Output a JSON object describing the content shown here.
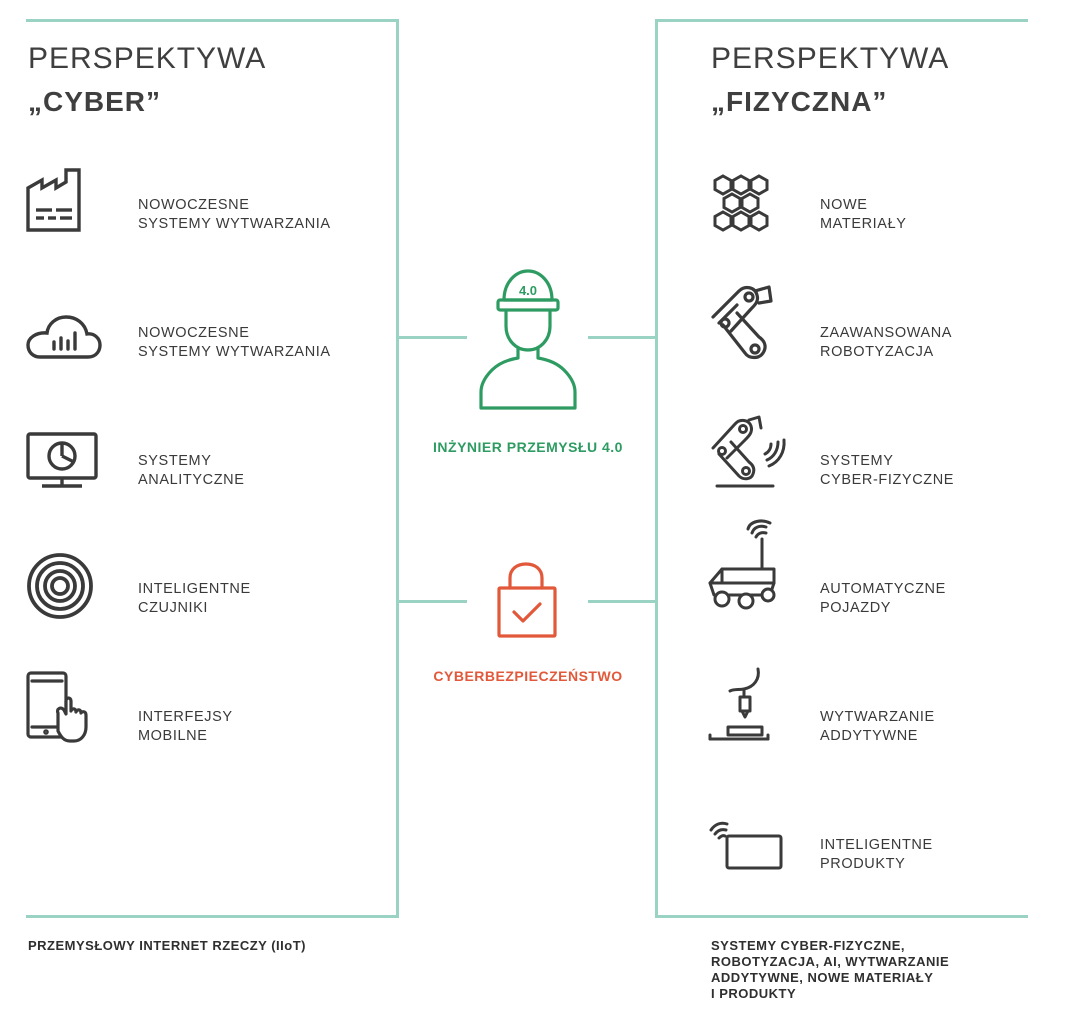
{
  "colors": {
    "frame": "#9ad3c3",
    "engineer": "#2e9c62",
    "security": "#e2583a",
    "text": "#3a3a3a"
  },
  "left_panel": {
    "title_line1": "PERSPEKTYWA",
    "title_line2": "„CYBER”",
    "items": [
      {
        "icon": "factory-icon",
        "line1": "NOWOCZESNE",
        "line2": "SYSTEMY WYTWARZANIA"
      },
      {
        "icon": "cloud-chart-icon",
        "line1": "NOWOCZESNE",
        "line2": "SYSTEMY WYTWARZANIA"
      },
      {
        "icon": "monitor-pie-chart-icon",
        "line1": "SYSTEMY",
        "line2": "ANALITYCZNE"
      },
      {
        "icon": "concentric-sensor-icon",
        "line1": "INTELIGENTNE",
        "line2": "CZUJNIKI"
      },
      {
        "icon": "tablet-touch-icon",
        "line1": "INTERFEJSY",
        "line2": "MOBILNE"
      }
    ],
    "footer": "PRZEMYSŁOWY INTERNET RZECZY (IIoT)"
  },
  "center": {
    "engineer": {
      "icon": "engineer-helmet-icon",
      "helmet_text": "4.0",
      "label": "INŻYNIER PRZEMYSŁU 4.0"
    },
    "security": {
      "icon": "padlock-check-icon",
      "label": "CYBERBEZPIECZEŃSTWO"
    }
  },
  "right_panel": {
    "title_line1": "PERSPEKTYWA",
    "title_line2": "„FIZYCZNA”",
    "items": [
      {
        "icon": "hexagon-materials-icon",
        "line1": "NOWE",
        "line2": "MATERIAŁY"
      },
      {
        "icon": "robot-arm-icon",
        "line1": "ZAAWANSOWANA",
        "line2": "ROBOTYZACJA"
      },
      {
        "icon": "robot-arm-signal-icon",
        "line1": "SYSTEMY",
        "line2": "CYBER-FIZYCZNE"
      },
      {
        "icon": "autonomous-vehicle-icon",
        "line1": "AUTOMATYCZNE",
        "line2": "POJAZDY"
      },
      {
        "icon": "3d-printer-icon",
        "line1": "WYTWARZANIE",
        "line2": "ADDYTYWNE"
      },
      {
        "icon": "smart-card-icon",
        "line1": "INTELIGENTNE",
        "line2": "PRODUKTY"
      }
    ],
    "footer_lines": [
      "SYSTEMY CYBER-FIZYCZNE,",
      "ROBOTYZACJA, AI, WYTWARZANIE",
      "ADDYTYWNE, NOWE MATERIAŁY",
      "I PRODUKTY"
    ]
  }
}
